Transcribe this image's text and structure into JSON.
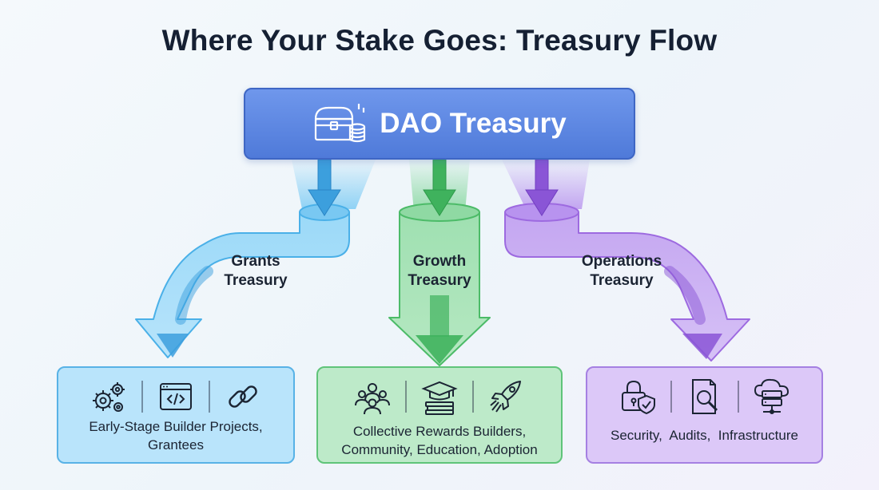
{
  "title": "Where Your Stake Goes: Treasury Flow",
  "treasury": {
    "label": "DAO Treasury",
    "icon": "treasure-chest-icon"
  },
  "streams": [
    {
      "label_line1": "Grants",
      "label_line2": "Treasury",
      "color": "#4ab0e8"
    },
    {
      "label_line1": "Growth",
      "label_line2": "Treasury",
      "color": "#4cbb68"
    },
    {
      "label_line1": "Operations",
      "label_line2": "Treasury",
      "color": "#9d6ae0"
    }
  ],
  "destinations": [
    {
      "icons": [
        "gears-icon",
        "code-window-icon",
        "chain-link-icon"
      ],
      "text_line1": "Early-Stage Builder Projects,",
      "text_line2": "Grantees"
    },
    {
      "icons": [
        "people-group-icon",
        "graduation-cap-icon",
        "rocket-icon"
      ],
      "text_line1": "Collective Rewards Builders,",
      "text_line2": "Community, Education, Adoption"
    },
    {
      "icons": [
        "lock-shield-icon",
        "document-magnifier-icon",
        "cloud-server-icon"
      ],
      "text_line1": "Security,  Audits,  Infrastructure"
    }
  ]
}
